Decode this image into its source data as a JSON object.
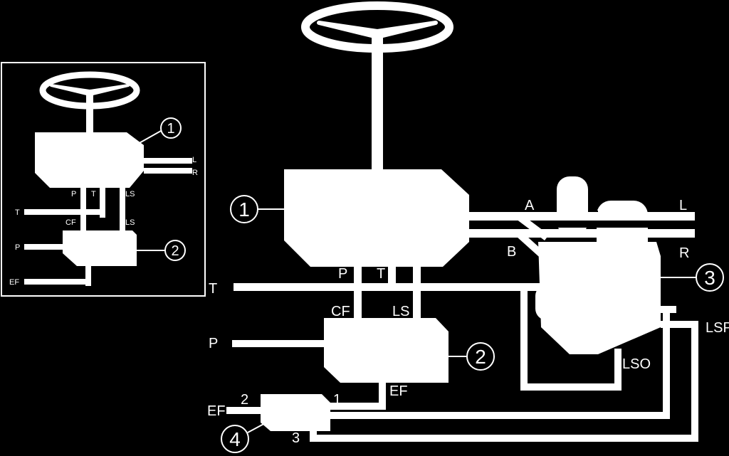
{
  "colors": {
    "background": "#000000",
    "foreground": "#ffffff"
  },
  "main": {
    "callouts": {
      "c1": "1",
      "c2": "2",
      "c3": "3",
      "c4": "4"
    },
    "ports": {
      "P": "P",
      "T": "T",
      "CF": "CF",
      "LS": "LS",
      "EF": "EF",
      "A": "A",
      "B": "B",
      "L": "L",
      "R": "R",
      "LSP": "LSP",
      "LSO": "LSO",
      "v1": "1",
      "v2": "2",
      "v3": "3"
    }
  },
  "inset": {
    "callouts": {
      "c1": "1",
      "c2": "2"
    },
    "ports": {
      "L": "L",
      "R": "R",
      "P": "P",
      "T": "T",
      "LS_top": "LS",
      "T_left": "T",
      "CF": "CF",
      "LS_bottom": "LS",
      "P_left": "P",
      "EF": "EF"
    }
  }
}
